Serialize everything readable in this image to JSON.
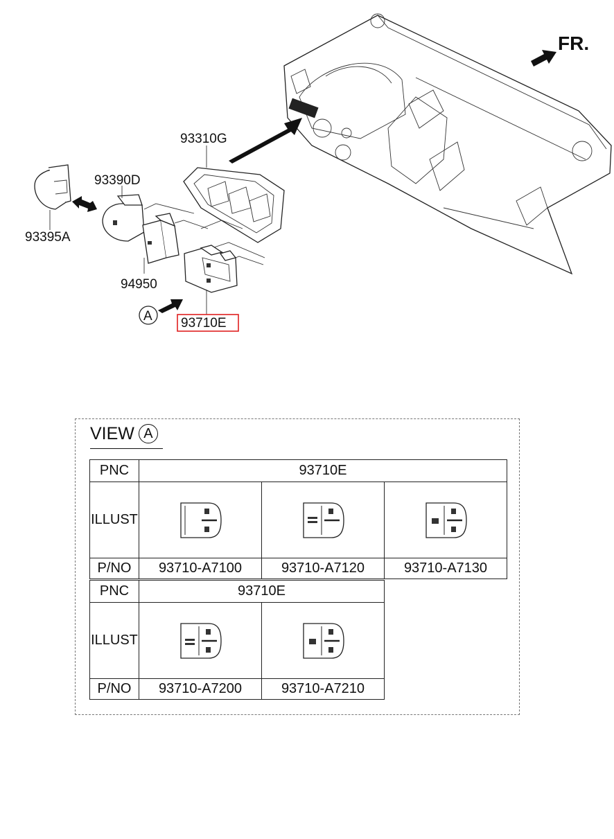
{
  "diagram": {
    "direction_label": "FR.",
    "callouts": {
      "bezel": "93310G",
      "switch_left": "93390D",
      "blank_cover": "93395A",
      "center_switch": "94950",
      "target_switch": "93710E",
      "view_marker": "A"
    },
    "highlight_color": "#e02020"
  },
  "view": {
    "title": "VIEW",
    "marker": "A",
    "table1": {
      "pnc_label": "PNC",
      "pnc_value": "93710E",
      "illust_label": "ILLUST",
      "pno_label": "P/NO",
      "parts": [
        "93710-A7100",
        "93710-A7120",
        "93710-A7130"
      ]
    },
    "table2": {
      "pnc_label": "PNC",
      "pnc_value": "93710E",
      "illust_label": "ILLUST",
      "pno_label": "P/NO",
      "parts": [
        "93710-A7200",
        "93710-A7210"
      ]
    }
  }
}
